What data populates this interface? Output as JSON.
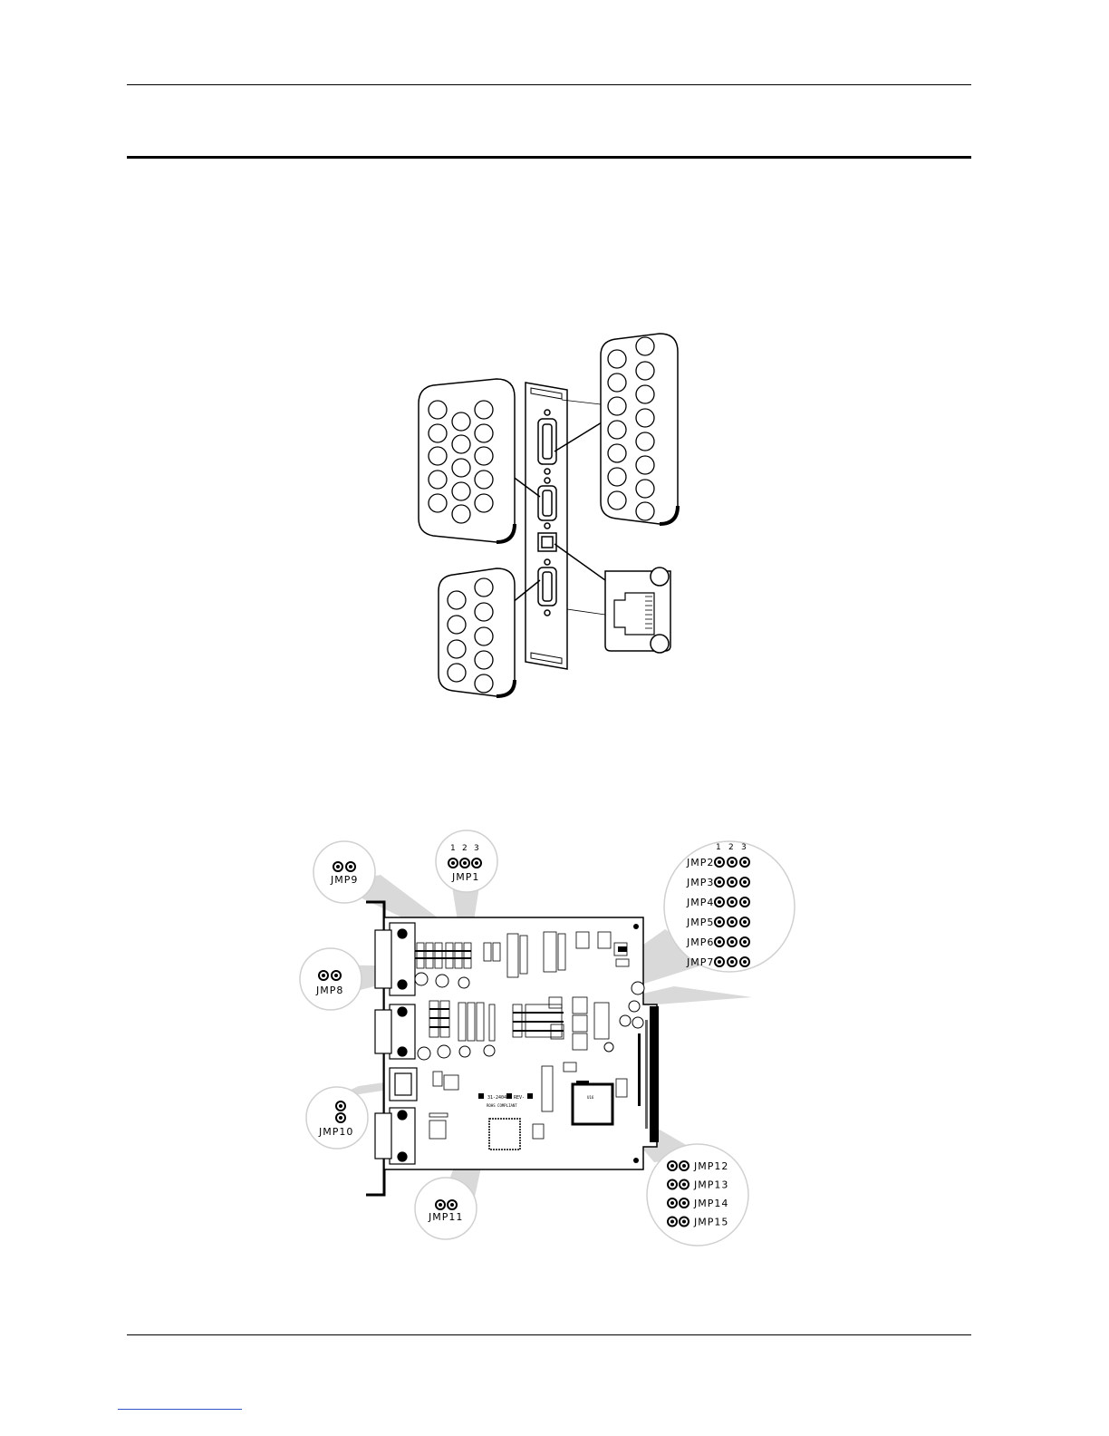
{
  "figure2": {
    "jumper_callouts": [
      {
        "id": "jmp9",
        "label": "JMP9"
      },
      {
        "id": "jmp1",
        "label": "JMP1",
        "pins": [
          "1",
          "2",
          "3"
        ]
      },
      {
        "id": "jmp8",
        "label": "JMP8"
      },
      {
        "id": "jmp10",
        "label": "JMP10"
      },
      {
        "id": "jmp11",
        "label": "JMP11"
      }
    ],
    "right_group": {
      "pins": [
        "1",
        "2",
        "3"
      ],
      "items": [
        "JMP2",
        "JMP3",
        "JMP4",
        "JMP5",
        "JMP6",
        "JMP7"
      ]
    },
    "bottom_group": {
      "items": [
        "JMP12",
        "JMP13",
        "JMP14",
        "JMP15"
      ]
    },
    "board_text": {
      "part_number": "31-2404-",
      "rev": "REV-",
      "rohs": "ROHS COMPLIANT",
      "chip": "U16"
    }
  }
}
